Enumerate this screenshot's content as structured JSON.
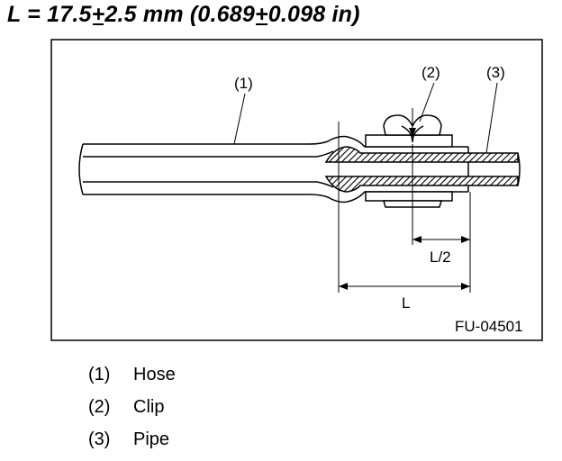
{
  "title": {
    "prefix": "L = 17.5",
    "pm1": "+",
    "mid": "2.5 mm (0.689",
    "pm2": "+",
    "suffix": "0.098 in)"
  },
  "figure": {
    "callouts": [
      "(1)",
      "(2)",
      "(3)"
    ],
    "dim_half": "L/2",
    "dim_full": "L",
    "figure_id": "FU-04501"
  },
  "legend": [
    {
      "num": "(1)",
      "label": "Hose"
    },
    {
      "num": "(2)",
      "label": "Clip"
    },
    {
      "num": "(3)",
      "label": "Pipe"
    }
  ]
}
